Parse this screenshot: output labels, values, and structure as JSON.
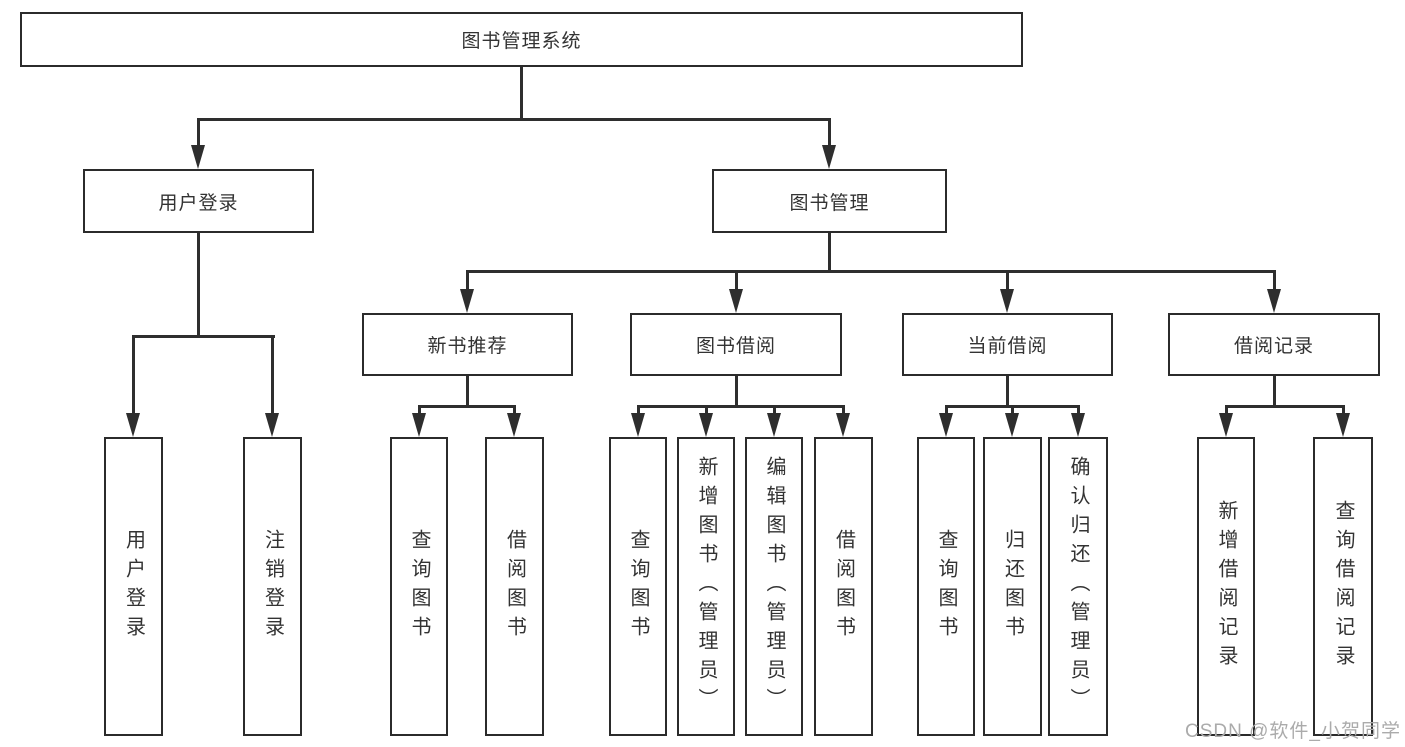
{
  "diagram": {
    "title": "图书管理系统",
    "nodes": {
      "root": "图书管理系统",
      "login_branch": "用户登录",
      "mgmt_branch": "图书管理",
      "new_book_rec": "新书推荐",
      "book_borrow": "图书借阅",
      "current_borrow": "当前借阅",
      "borrow_record": "借阅记录",
      "leaf_user_login": "用户登录",
      "leaf_logout": "注销登录",
      "rec_query_book": "查询图书",
      "rec_borrow_book": "借阅图书",
      "bor_query_book": "查询图书",
      "bor_add_book": "新增图书（管理员）",
      "bor_edit_book": "编辑图书（管理员）",
      "bor_borrow_book": "借阅图书",
      "cur_query_book": "查询图书",
      "cur_return_book": "归还图书",
      "cur_confirm_return": "确认归还（管理员）",
      "rcd_add_record": "新增借阅记录",
      "rcd_query_record": "查询借阅记录"
    },
    "colors": {
      "background": "#ffffff",
      "line": "#2e2e2e",
      "border": "#2b2b2b",
      "text": "#333333",
      "watermark": "#ababab"
    }
  },
  "watermark": "CSDN @软件_小贺同学"
}
